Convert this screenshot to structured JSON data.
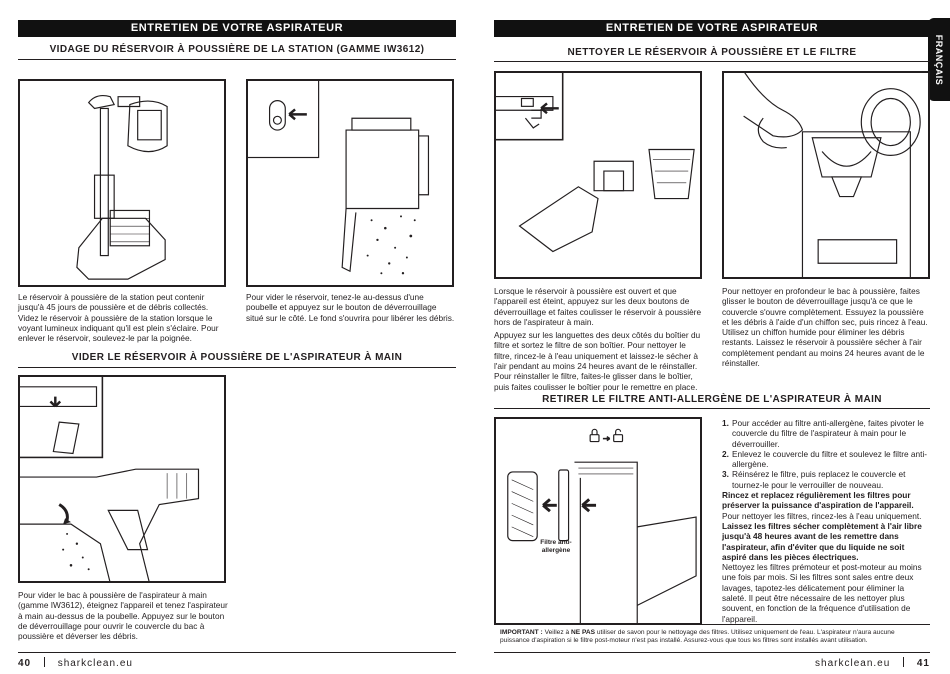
{
  "left_page": {
    "header": "ENTRETIEN DE VOTRE ASPIRATEUR",
    "section1": {
      "title": "VIDAGE DU RÉSERVOIR À POUSSIÈRE DE LA STATION (GAMME IW3612)",
      "caption1": "Le réservoir à poussière de la station peut contenir jusqu'à 45 jours de poussière et de débris collectés. Videz le réservoir à poussière de la station lorsque le voyant lumineux indiquant qu'il est plein s'éclaire. Pour enlever le réservoir, soulevez-le par la poignée.",
      "caption2": "Pour vider le réservoir, tenez-le au-dessus d'une poubelle et appuyez sur le bouton de déverrouillage situé sur le côté. Le fond s'ouvrira pour libérer les débris."
    },
    "section2": {
      "title": "VIDER LE RÉSERVOIR À POUSSIÈRE DE L'ASPIRATEUR À MAIN",
      "caption": "Pour vider le bac à poussière de l'aspirateur à main (gamme IW3612), éteignez l'appareil et tenez l'aspirateur à main au-dessus de la poubelle. Appuyez sur le bouton de déverrouillage pour ouvrir le couvercle du bac à poussière et déverser les débris."
    },
    "page_number": "40",
    "website": "sharkclean.eu"
  },
  "right_page": {
    "header": "ENTRETIEN DE VOTRE ASPIRATEUR",
    "language_tab": "FRANÇAIS",
    "section1": {
      "title": "NETTOYER LE RÉSERVOIR À POUSSIÈRE ET LE FILTRE",
      "caption1_p1": "Lorsque le réservoir à poussière est ouvert et que l'appareil est éteint, appuyez sur les deux boutons de déverrouillage et faites coulisser le réservoir à poussière hors de l'aspirateur à main.",
      "caption1_p2": "Appuyez sur les languettes des deux côtés du boîtier du filtre et sortez le filtre de son boîtier. Pour nettoyer le filtre, rincez-le à l'eau uniquement et laissez-le sécher à l'air pendant au moins 24 heures avant de le réinstaller. Pour réinstaller le filtre, faites-le glisser dans le boîtier, puis faites coulisser le boîtier pour le remettre en place.",
      "caption2": "Pour nettoyer en profondeur le bac à poussière, faites glisser le bouton de déverrouillage jusqu'à ce que le couvercle s'ouvre complètement. Essuyez la poussière et les débris à l'aide d'un chiffon sec, puis rincez à l'eau. Utilisez un chiffon humide pour éliminer les débris restants. Laissez le réservoir à poussière sécher à l'air complètement pendant au moins 24 heures avant de le réinstaller."
    },
    "section2": {
      "title": "RETIRER LE FILTRE ANTI-ALLERGÈNE DE L'ASPIRATEUR À MAIN",
      "filter_label": "Filtre anti-allergène",
      "steps": [
        {
          "n": "1.",
          "text": "Pour accéder au filtre anti-allergène, faites pivoter le couvercle du filtre de l'aspirateur à main pour le déverrouiller."
        },
        {
          "n": "2.",
          "text": "Enlevez le couvercle du filtre et soulevez le filtre anti-allergène."
        },
        {
          "n": "3.",
          "text": "Réinsérez le filtre, puis replacez le couvercle et tournez-le pour le verrouiller de nouveau."
        }
      ],
      "bold1": "Rincez et replacez régulièrement les filtres pour préserver la puissance d'aspiration de l'appareil.",
      "plain1": "Pour nettoyer les filtres, rincez-les à l'eau uniquement.",
      "bold2": "Laissez les filtres sécher complètement à l'air libre jusqu'à 48 heures avant de les remettre dans l'aspirateur, afin d'éviter que du liquide ne soit aspiré dans les pièces électriques.",
      "plain2": "Nettoyez les filtres prémoteur et post-moteur au moins une fois par mois. Si les filtres sont sales entre deux lavages, tapotez-les délicatement pour éliminer la saleté. Il peut être nécessaire de les nettoyer plus souvent, en fonction de la fréquence d'utilisation de l'appareil."
    },
    "important": {
      "label": "IMPORTANT :",
      "pre": "Veillez à",
      "ne_pas": "NE PAS",
      "text": "utiliser de savon pour le nettoyage des filtres. Utilisez uniquement de l'eau. L'aspirateur n'aura aucune puissance d'aspiration si le filtre post-moteur n'est pas installé. Assurez-vous que tous les filtres sont installés avant utilisation."
    },
    "page_number": "41",
    "website": "sharkclean.eu"
  },
  "colors": {
    "ink": "#231f20",
    "band": "#111111",
    "accent_blue": "#0077c8"
  }
}
